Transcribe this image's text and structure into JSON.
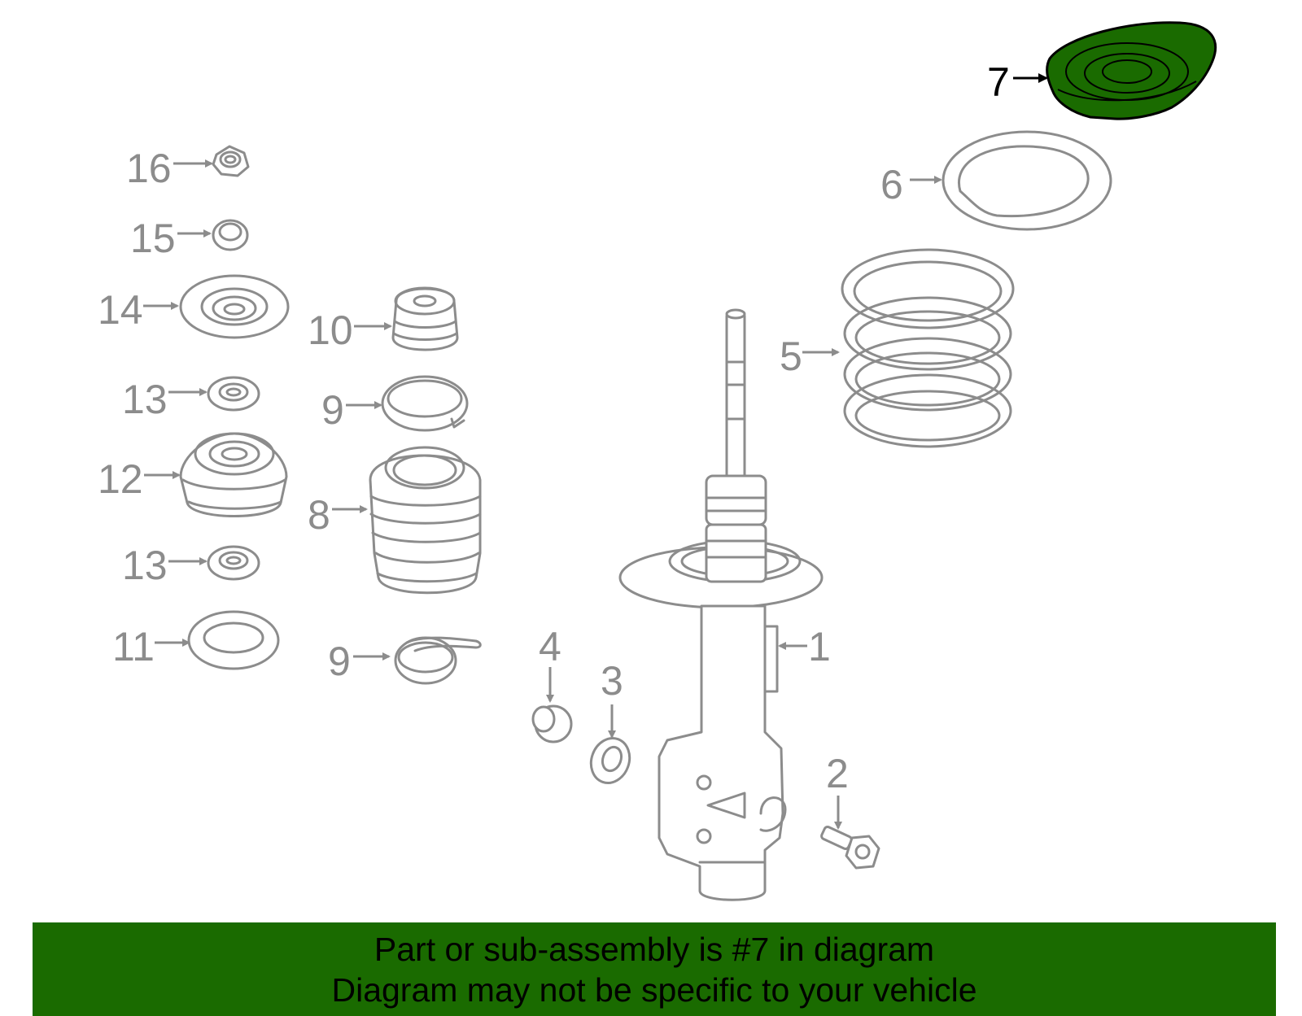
{
  "highlight_color": "#1a6b00",
  "line_color": "#8c8c8c",
  "callouts": {
    "c1": "1",
    "c2": "2",
    "c3": "3",
    "c4": "4",
    "c5": "5",
    "c6": "6",
    "c7": "7",
    "c8": "8",
    "c9a": "9",
    "c9b": "9",
    "c10": "10",
    "c11": "11",
    "c12": "12",
    "c13a": "13",
    "c13b": "13",
    "c14": "14",
    "c15": "15",
    "c16": "16"
  },
  "highlighted_part": "7",
  "banner": {
    "line1": "Part or sub-assembly is #7 in diagram",
    "line2": "Diagram may not be specific to your vehicle"
  }
}
